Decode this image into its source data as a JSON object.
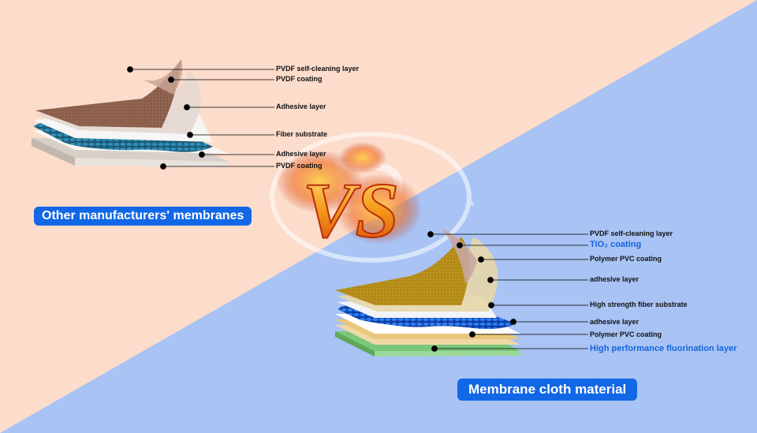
{
  "left": {
    "banner": "Other manufacturers' membranes",
    "layers": [
      {
        "label": "PVDF self-cleaning layer"
      },
      {
        "label": "PVDF coating"
      },
      {
        "label": "Adhesive layer"
      },
      {
        "label": "Fiber substrate"
      },
      {
        "label": "Adhesive layer"
      },
      {
        "label": "PVDF coating"
      }
    ]
  },
  "right": {
    "banner": "Membrane cloth material",
    "layers": [
      {
        "label": "PVDF self-cleaning layer"
      },
      {
        "label": "TiO₂ coating"
      },
      {
        "label": "Polymer PVC coating"
      },
      {
        "label": "adhesive layer"
      },
      {
        "label": "High strength fiber substrate"
      },
      {
        "label": "adhesive layer"
      },
      {
        "label": "Polymer PVC coating"
      },
      {
        "label": "High performance fluorination layer"
      }
    ]
  },
  "center": {
    "vs_text": "VS"
  },
  "colors": {
    "peach_bg": "#fcdccb",
    "blue_bg": "#a8c3f4",
    "banner_blue": "#1267e6",
    "highlight_text": "#1565e0",
    "fire_orange": "#f57c12"
  }
}
